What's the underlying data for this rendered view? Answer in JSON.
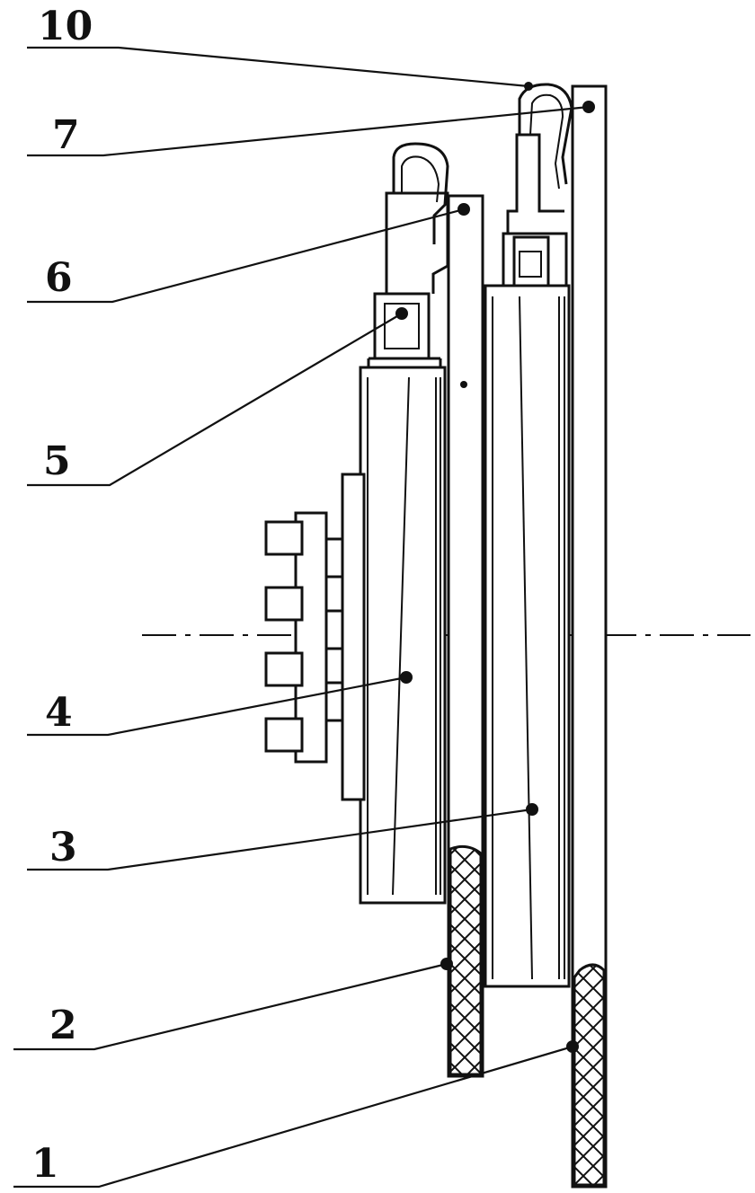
{
  "labels": [
    {
      "id": "10",
      "text": "10"
    },
    {
      "id": "7",
      "text": "7"
    },
    {
      "id": "6",
      "text": "6"
    },
    {
      "id": "5",
      "text": "5"
    },
    {
      "id": "4",
      "text": "4"
    },
    {
      "id": "3",
      "text": "3"
    },
    {
      "id": "2",
      "text": "2"
    },
    {
      "id": "1",
      "text": "1"
    }
  ]
}
